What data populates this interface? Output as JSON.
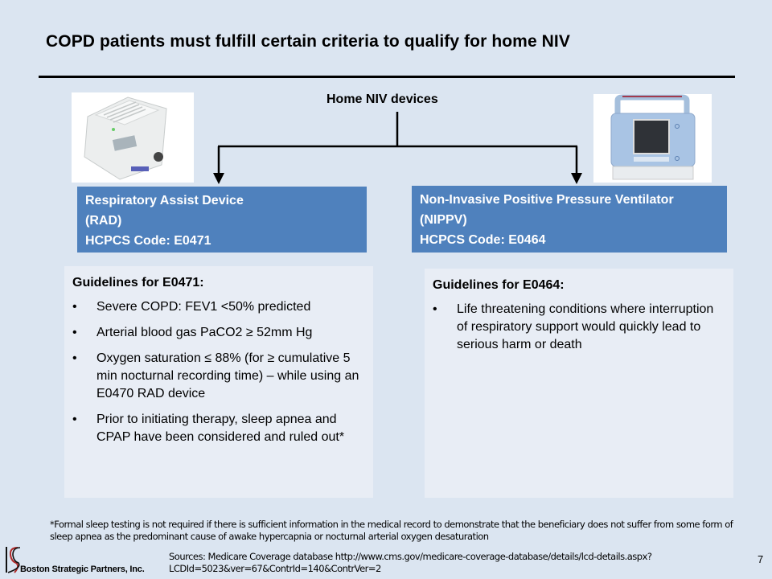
{
  "slide": {
    "title": "COPD patients must fulfill certain criteria to qualify for home NIV",
    "page_number": "7"
  },
  "tree": {
    "root_label": "Home NIV devices",
    "devices": [
      {
        "name": "Respiratory Assist Device",
        "abbrev": "(RAD)",
        "code": "HCPCS Code: E0471",
        "image": "rad-device-photo"
      },
      {
        "name": "Non-Invasive Positive Pressure Ventilator",
        "abbrev": "(NIPPV)",
        "code": "HCPCS Code: E0464",
        "image": "nippv-device-photo"
      }
    ]
  },
  "guidelines": [
    {
      "heading": "Guidelines for E0471:",
      "items": [
        "Severe COPD: FEV1 <50% predicted",
        "Arterial blood gas PaCO2 ≥ 52mm Hg",
        "Oxygen saturation ≤ 88% (for ≥ cumulative 5 min nocturnal recording time) – while using an E0470 RAD device",
        "Prior to initiating therapy, sleep apnea and CPAP have been considered and ruled out*"
      ]
    },
    {
      "heading": "Guidelines for E0464:",
      "items": [
        "Life threatening conditions where interruption of respiratory support would quickly lead to serious harm or death"
      ]
    }
  ],
  "footer": {
    "footnote": "*Formal sleep testing is not required if there is sufficient information in the medical record to demonstrate that the beneficiary does not suffer from some form of sleep apnea as the predominant cause of awake hypercapnia or nocturnal arterial oxygen desaturation",
    "sources": "Sources: Medicare Coverage database http://www.cms.gov/medicare-coverage-database/details/lcd-details.aspx?LCDId=5023&ver=67&ContrId=140&ContrVer=2",
    "company": "Boston Strategic Partners, Inc.",
    "bullet": "•"
  },
  "colors": {
    "background": "#dbe5f1",
    "device_box": "#4f81bd",
    "guideline_box": "#e8edf5"
  }
}
